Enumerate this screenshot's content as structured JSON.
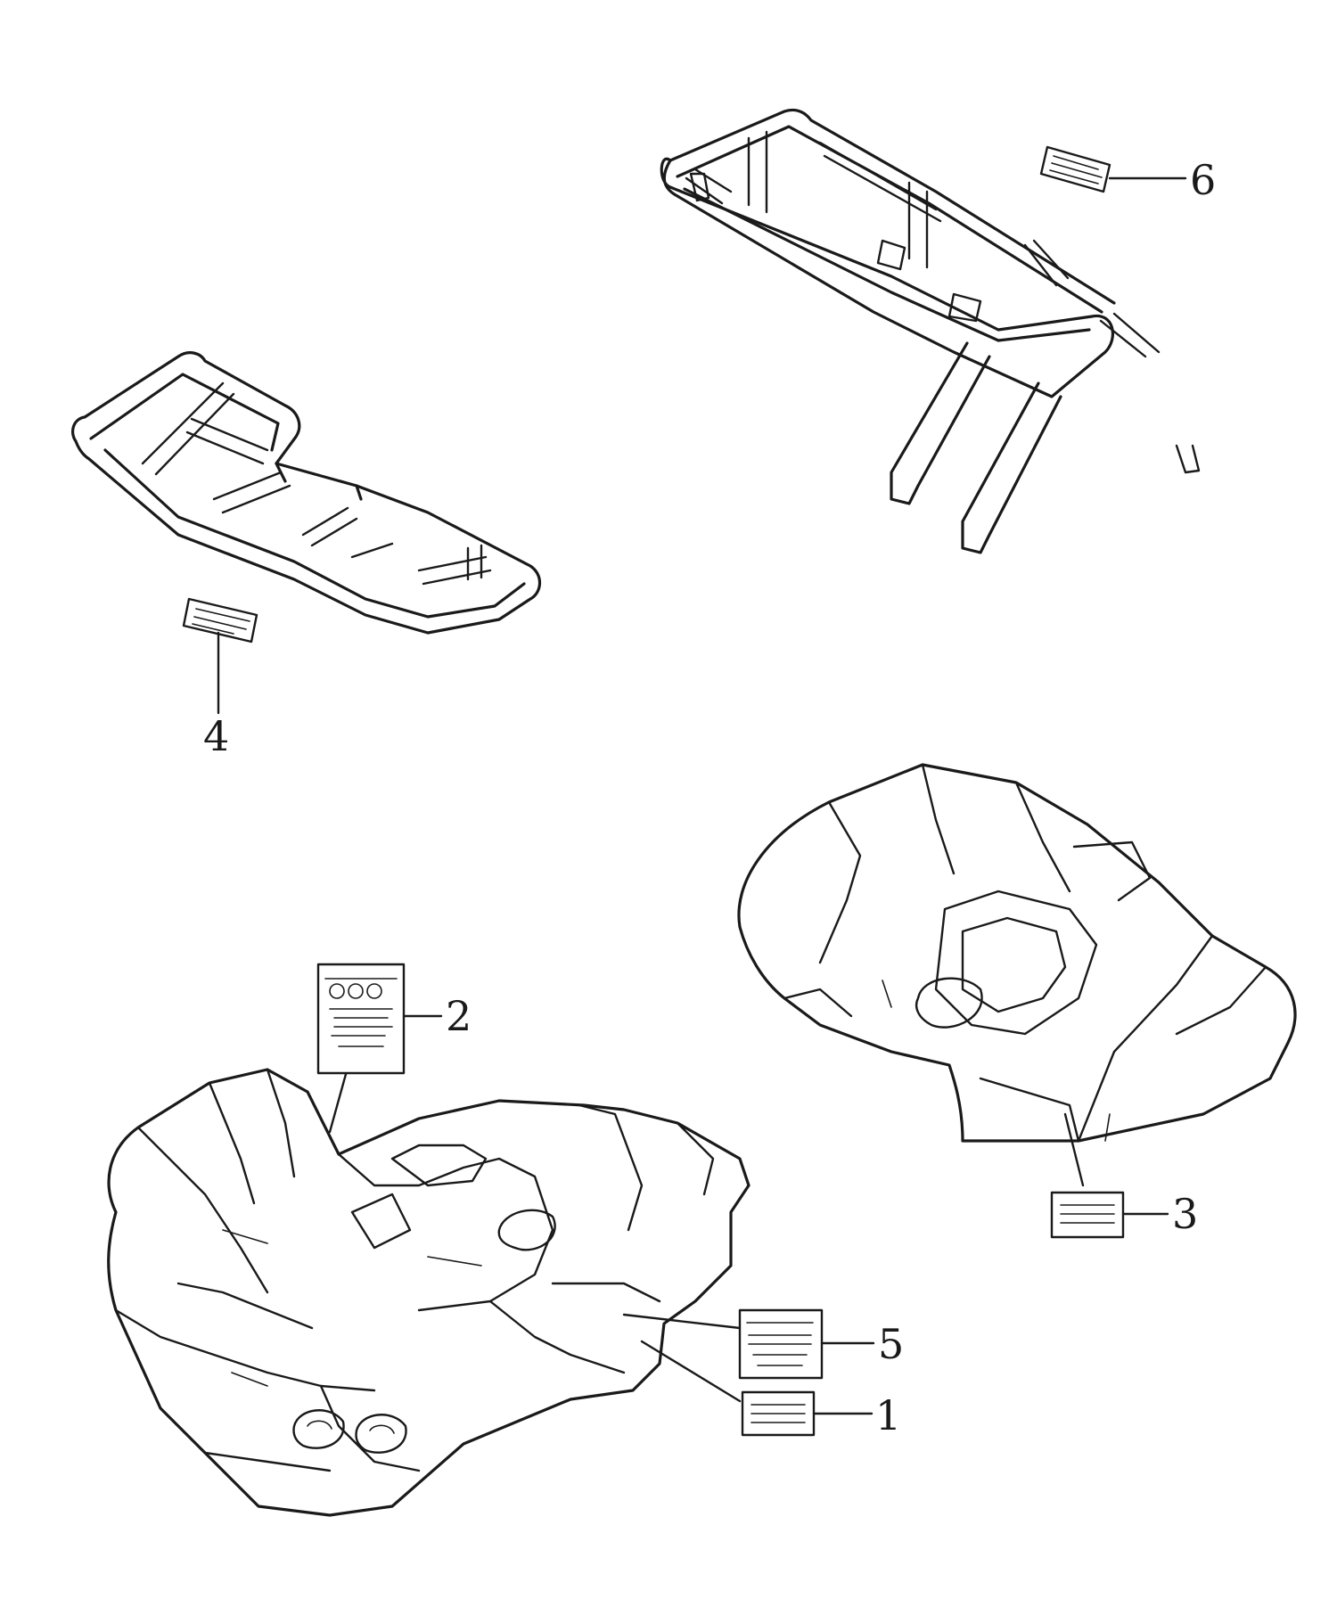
{
  "diagram": {
    "callouts": [
      {
        "id": "1",
        "label": "1"
      },
      {
        "id": "2",
        "label": "2"
      },
      {
        "id": "3",
        "label": "3"
      },
      {
        "id": "4",
        "label": "4"
      },
      {
        "id": "5",
        "label": "5"
      },
      {
        "id": "6",
        "label": "6"
      }
    ],
    "parts": {
      "rear_rack": "rear-rack-drawing",
      "front_rack": "front-rack-drawing",
      "rear_fender": "rear-fender-drawing",
      "front_body": "front-body-panel-drawing"
    }
  }
}
